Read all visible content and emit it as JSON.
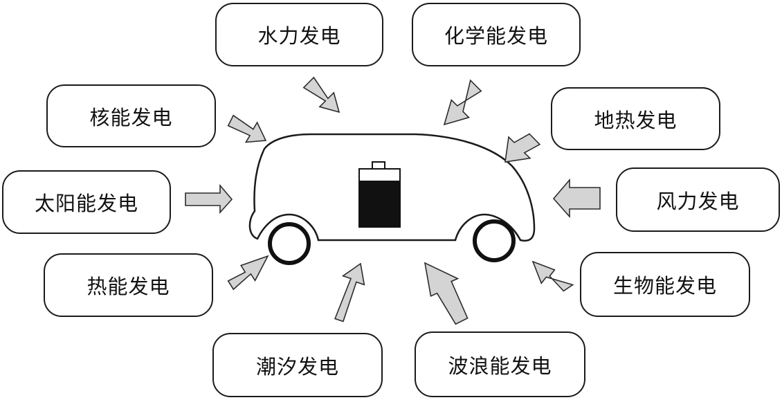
{
  "sources": [
    {
      "id": "hydro",
      "label": "水力发电"
    },
    {
      "id": "chemical",
      "label": "化学能发电"
    },
    {
      "id": "nuclear",
      "label": "核能发电"
    },
    {
      "id": "geothermal",
      "label": "地热发电"
    },
    {
      "id": "solar",
      "label": "太阳能发电"
    },
    {
      "id": "wind",
      "label": "风力发电"
    },
    {
      "id": "thermal",
      "label": "热能发电"
    },
    {
      "id": "biomass",
      "label": "生物能发电"
    },
    {
      "id": "tidal",
      "label": "潮汐发电"
    },
    {
      "id": "wave",
      "label": "波浪能发电"
    }
  ],
  "colors": {
    "arrow_fill": "#d4d4d4",
    "outline": "#1a1a1a",
    "battery_fill": "#111111"
  },
  "icons": [
    "car-icon",
    "battery-icon",
    "arrow-icon"
  ]
}
